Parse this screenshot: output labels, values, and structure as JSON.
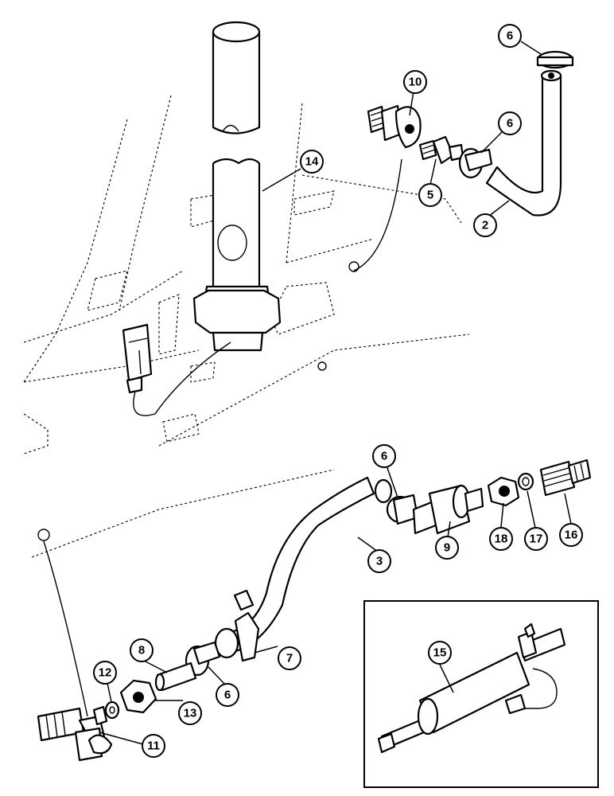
{
  "callouts": [
    {
      "id": "callout-2",
      "label": "2"
    },
    {
      "id": "callout-3",
      "label": "3"
    },
    {
      "id": "callout-5",
      "label": "5"
    },
    {
      "id": "callout-6a",
      "label": "6"
    },
    {
      "id": "callout-6b",
      "label": "6"
    },
    {
      "id": "callout-6c",
      "label": "6"
    },
    {
      "id": "callout-6d",
      "label": "6"
    },
    {
      "id": "callout-7",
      "label": "7"
    },
    {
      "id": "callout-8",
      "label": "8"
    },
    {
      "id": "callout-9",
      "label": "9"
    },
    {
      "id": "callout-10",
      "label": "10"
    },
    {
      "id": "callout-11",
      "label": "11"
    },
    {
      "id": "callout-12",
      "label": "12"
    },
    {
      "id": "callout-13",
      "label": "13"
    },
    {
      "id": "callout-14",
      "label": "14"
    },
    {
      "id": "callout-15",
      "label": "15"
    },
    {
      "id": "callout-16",
      "label": "16"
    },
    {
      "id": "callout-17",
      "label": "17"
    },
    {
      "id": "callout-18",
      "label": "18"
    }
  ]
}
